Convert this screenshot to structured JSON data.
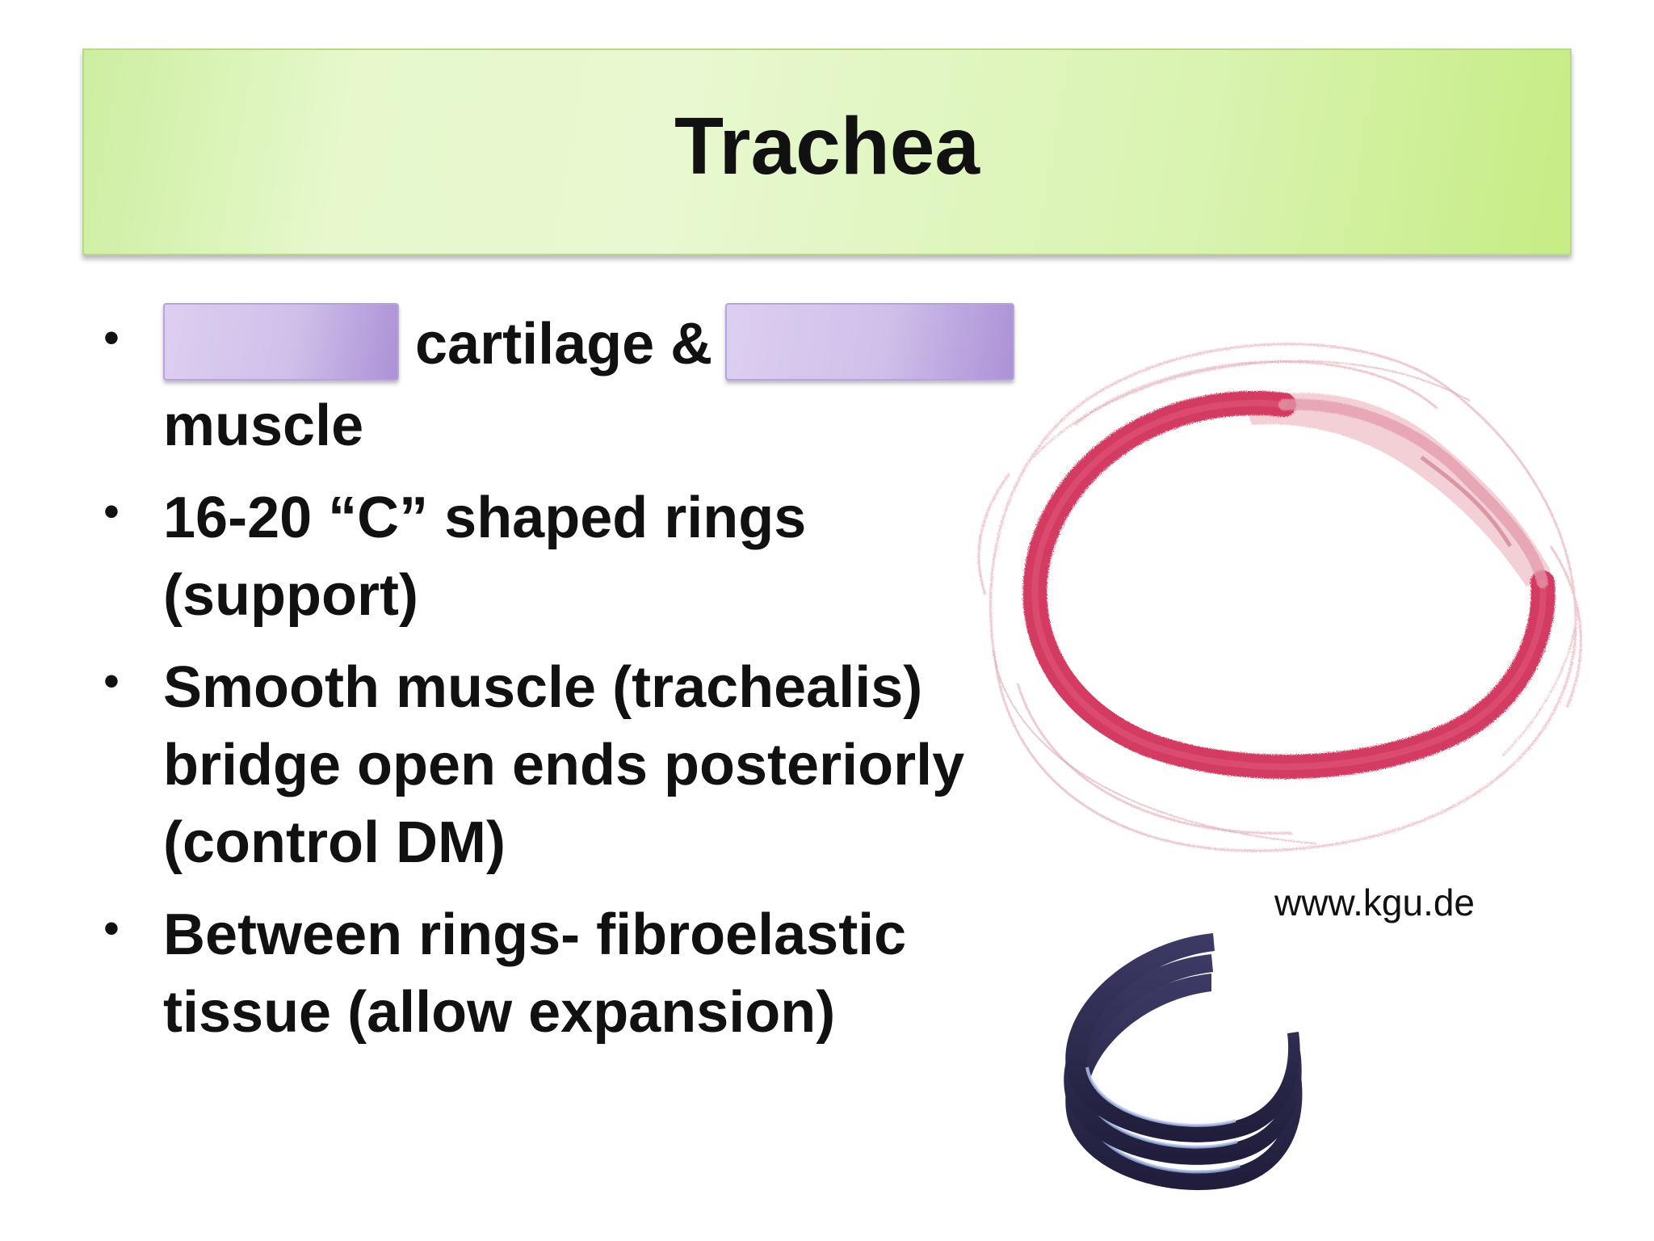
{
  "slide": {
    "title": "Trachea",
    "bullets": [
      {
        "text_middle": "cartilage &",
        "text_end": "muscle"
      },
      {
        "text": "16-20 “C” shaped rings (support)"
      },
      {
        "text": "Smooth muscle (trachealis) bridge open ends posteriorly (control DM)"
      },
      {
        "text": "Between rings- fibroelastic tissue (allow expansion)"
      }
    ],
    "bullet_symbol": "•",
    "image_credit": "www.kgu.de"
  },
  "images": {
    "histology": "trachea-cross-section-histology",
    "model": "tracheal-cartilage-rings-illustration"
  },
  "colors": {
    "title_bar": "#d9f3b0",
    "blank_box": "#cfc0ea",
    "cartilage_ring": "#d43b63",
    "model_rings": "#2e2c50"
  }
}
